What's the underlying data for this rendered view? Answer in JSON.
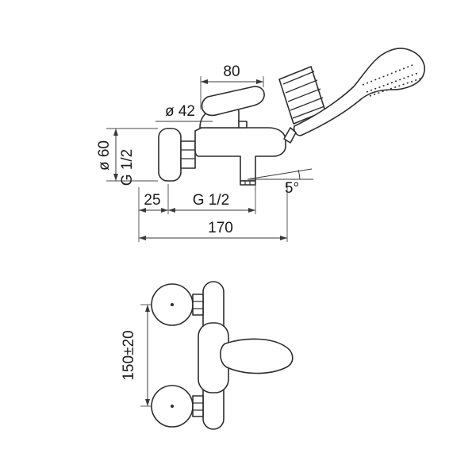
{
  "page": {
    "background": "#ffffff"
  },
  "drawing": {
    "description": "technical dimension drawing of a wall-mounted single-lever bath shower mixer with hand shower, side view above and front view below",
    "line_color": "#2d2d2d",
    "dimension_color": "#3a3a3a",
    "text_color": "#1b1b1b",
    "dims": {
      "handle_width": "80",
      "cartridge_diameter": "ø 42",
      "flange_diameter": "ø 60",
      "inlet_thread": "G 1/2",
      "wall_offset": "25",
      "outlet_thread": "G 1/2",
      "projection": "170",
      "spout_angle": "5°",
      "mounting_distance": "150±20"
    }
  }
}
